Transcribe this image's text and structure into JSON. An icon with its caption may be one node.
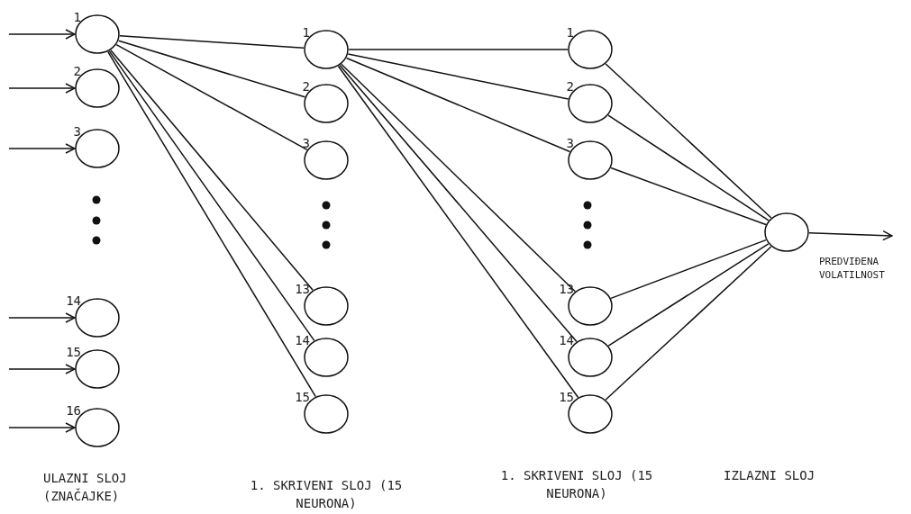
{
  "diagram": {
    "nodes": [
      {
        "text": [],
        "shape": "circle",
        "beside": [
          "1"
        ]
      },
      {
        "text": [],
        "shape": "circle",
        "beside": [
          "2"
        ]
      },
      {
        "text": [],
        "shape": "circle",
        "beside": [
          "3"
        ]
      },
      {
        "text": [],
        "shape": "circle",
        "beside": [
          "14"
        ]
      },
      {
        "text": [],
        "shape": "circle",
        "beside": [
          "15"
        ]
      },
      {
        "text": [],
        "shape": "circle",
        "beside": [
          "16"
        ]
      },
      {
        "text": [],
        "shape": "circle",
        "beside": [
          "1"
        ]
      },
      {
        "text": [],
        "shape": "circle",
        "beside": [
          "2"
        ]
      },
      {
        "text": [],
        "shape": "circle",
        "beside": [
          "3"
        ]
      },
      {
        "text": [],
        "shape": "circle",
        "beside": [
          "13"
        ]
      },
      {
        "text": [],
        "shape": "circle",
        "beside": [
          "14"
        ]
      },
      {
        "text": [],
        "shape": "circle",
        "beside": [
          "15"
        ]
      },
      {
        "text": [],
        "shape": "circle",
        "beside": [
          "1"
        ]
      },
      {
        "text": [],
        "shape": "circle",
        "beside": [
          "2"
        ]
      },
      {
        "text": [],
        "shape": "circle",
        "beside": [
          "3"
        ]
      },
      {
        "text": [],
        "shape": "circle",
        "beside": [
          "13"
        ]
      },
      {
        "text": [],
        "shape": "circle",
        "beside": [
          "14"
        ]
      },
      {
        "text": [],
        "shape": "circle",
        "beside": [
          "15"
        ]
      },
      {
        "text": [],
        "shape": "circle"
      }
    ],
    "edges": [
      {
        "from": null,
        "to": 0,
        "arrow": "to"
      },
      {
        "from": null,
        "to": 1,
        "arrow": "to"
      },
      {
        "from": null,
        "to": 2,
        "arrow": "to"
      },
      {
        "from": null,
        "to": 3,
        "arrow": "to"
      },
      {
        "from": null,
        "to": 4,
        "arrow": "to"
      },
      {
        "from": null,
        "to": 5,
        "arrow": "to"
      },
      {
        "from": 0,
        "to": 6,
        "arrow": "none"
      },
      {
        "from": 0,
        "to": 7,
        "arrow": "none"
      },
      {
        "from": 0,
        "to": 8,
        "arrow": "none"
      },
      {
        "from": 0,
        "to": 9,
        "arrow": "none"
      },
      {
        "from": 0,
        "to": 10,
        "arrow": "none"
      },
      {
        "from": 0,
        "to": 11,
        "arrow": "none"
      },
      {
        "from": 6,
        "to": 12,
        "arrow": "none"
      },
      {
        "from": 6,
        "to": 13,
        "arrow": "none"
      },
      {
        "from": 6,
        "to": 14,
        "arrow": "none"
      },
      {
        "from": 6,
        "to": 15,
        "arrow": "none"
      },
      {
        "from": 6,
        "to": 16,
        "arrow": "none"
      },
      {
        "from": 6,
        "to": 17,
        "arrow": "none"
      },
      {
        "from": 12,
        "to": 18,
        "arrow": "none"
      },
      {
        "from": 13,
        "to": 18,
        "arrow": "none"
      },
      {
        "from": 14,
        "to": 18,
        "arrow": "none"
      },
      {
        "from": 15,
        "to": 18,
        "arrow": "none"
      },
      {
        "from": 16,
        "to": 18,
        "arrow": "none"
      },
      {
        "from": 17,
        "to": 18,
        "arrow": "none"
      },
      {
        "from": 18,
        "to": null,
        "arrow": "to"
      }
    ],
    "labels": [
      "PREDVIĐENA VOLATILNOST",
      "ULAZNI SLOJ (ZNAČAJKE)",
      "1. SKRIVENI SLOJ (15 NEURONA)",
      "1. SKRIVENI SLOJ (15 NEURONA)",
      "IZLAZNI SLOJ"
    ]
  }
}
